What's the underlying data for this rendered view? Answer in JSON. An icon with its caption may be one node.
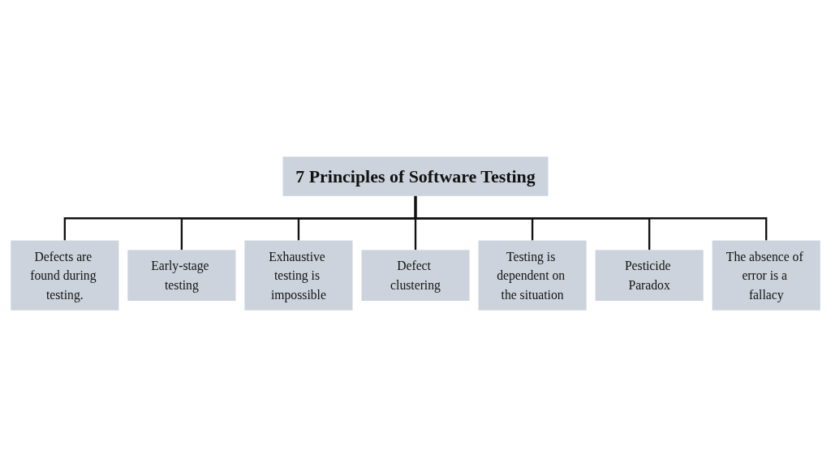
{
  "diagram": {
    "nodes": [
      {
        "text": [
          "7 Principles of Software Testing"
        ]
      },
      {
        "text": [
          "Defects are found during testing."
        ]
      },
      {
        "text": [
          "Early-stage testing"
        ]
      },
      {
        "text": [
          "Exhaustive testing is impossible"
        ]
      },
      {
        "text": [
          "Defect clustering"
        ]
      },
      {
        "text": [
          "Testing is dependent on the situation"
        ]
      },
      {
        "text": [
          "Pesticide Paradox"
        ]
      },
      {
        "text": [
          "The absence of error is a fallacy"
        ]
      }
    ],
    "edges": [
      {
        "from": 0,
        "to": 1,
        "arrow": "none"
      },
      {
        "from": 0,
        "to": 2,
        "arrow": "none"
      },
      {
        "from": 0,
        "to": 3,
        "arrow": "none"
      },
      {
        "from": 0,
        "to": 4,
        "arrow": "none"
      },
      {
        "from": 0,
        "to": 5,
        "arrow": "none"
      },
      {
        "from": 0,
        "to": 6,
        "arrow": "none"
      },
      {
        "from": 0,
        "to": 7,
        "arrow": "none"
      }
    ]
  }
}
